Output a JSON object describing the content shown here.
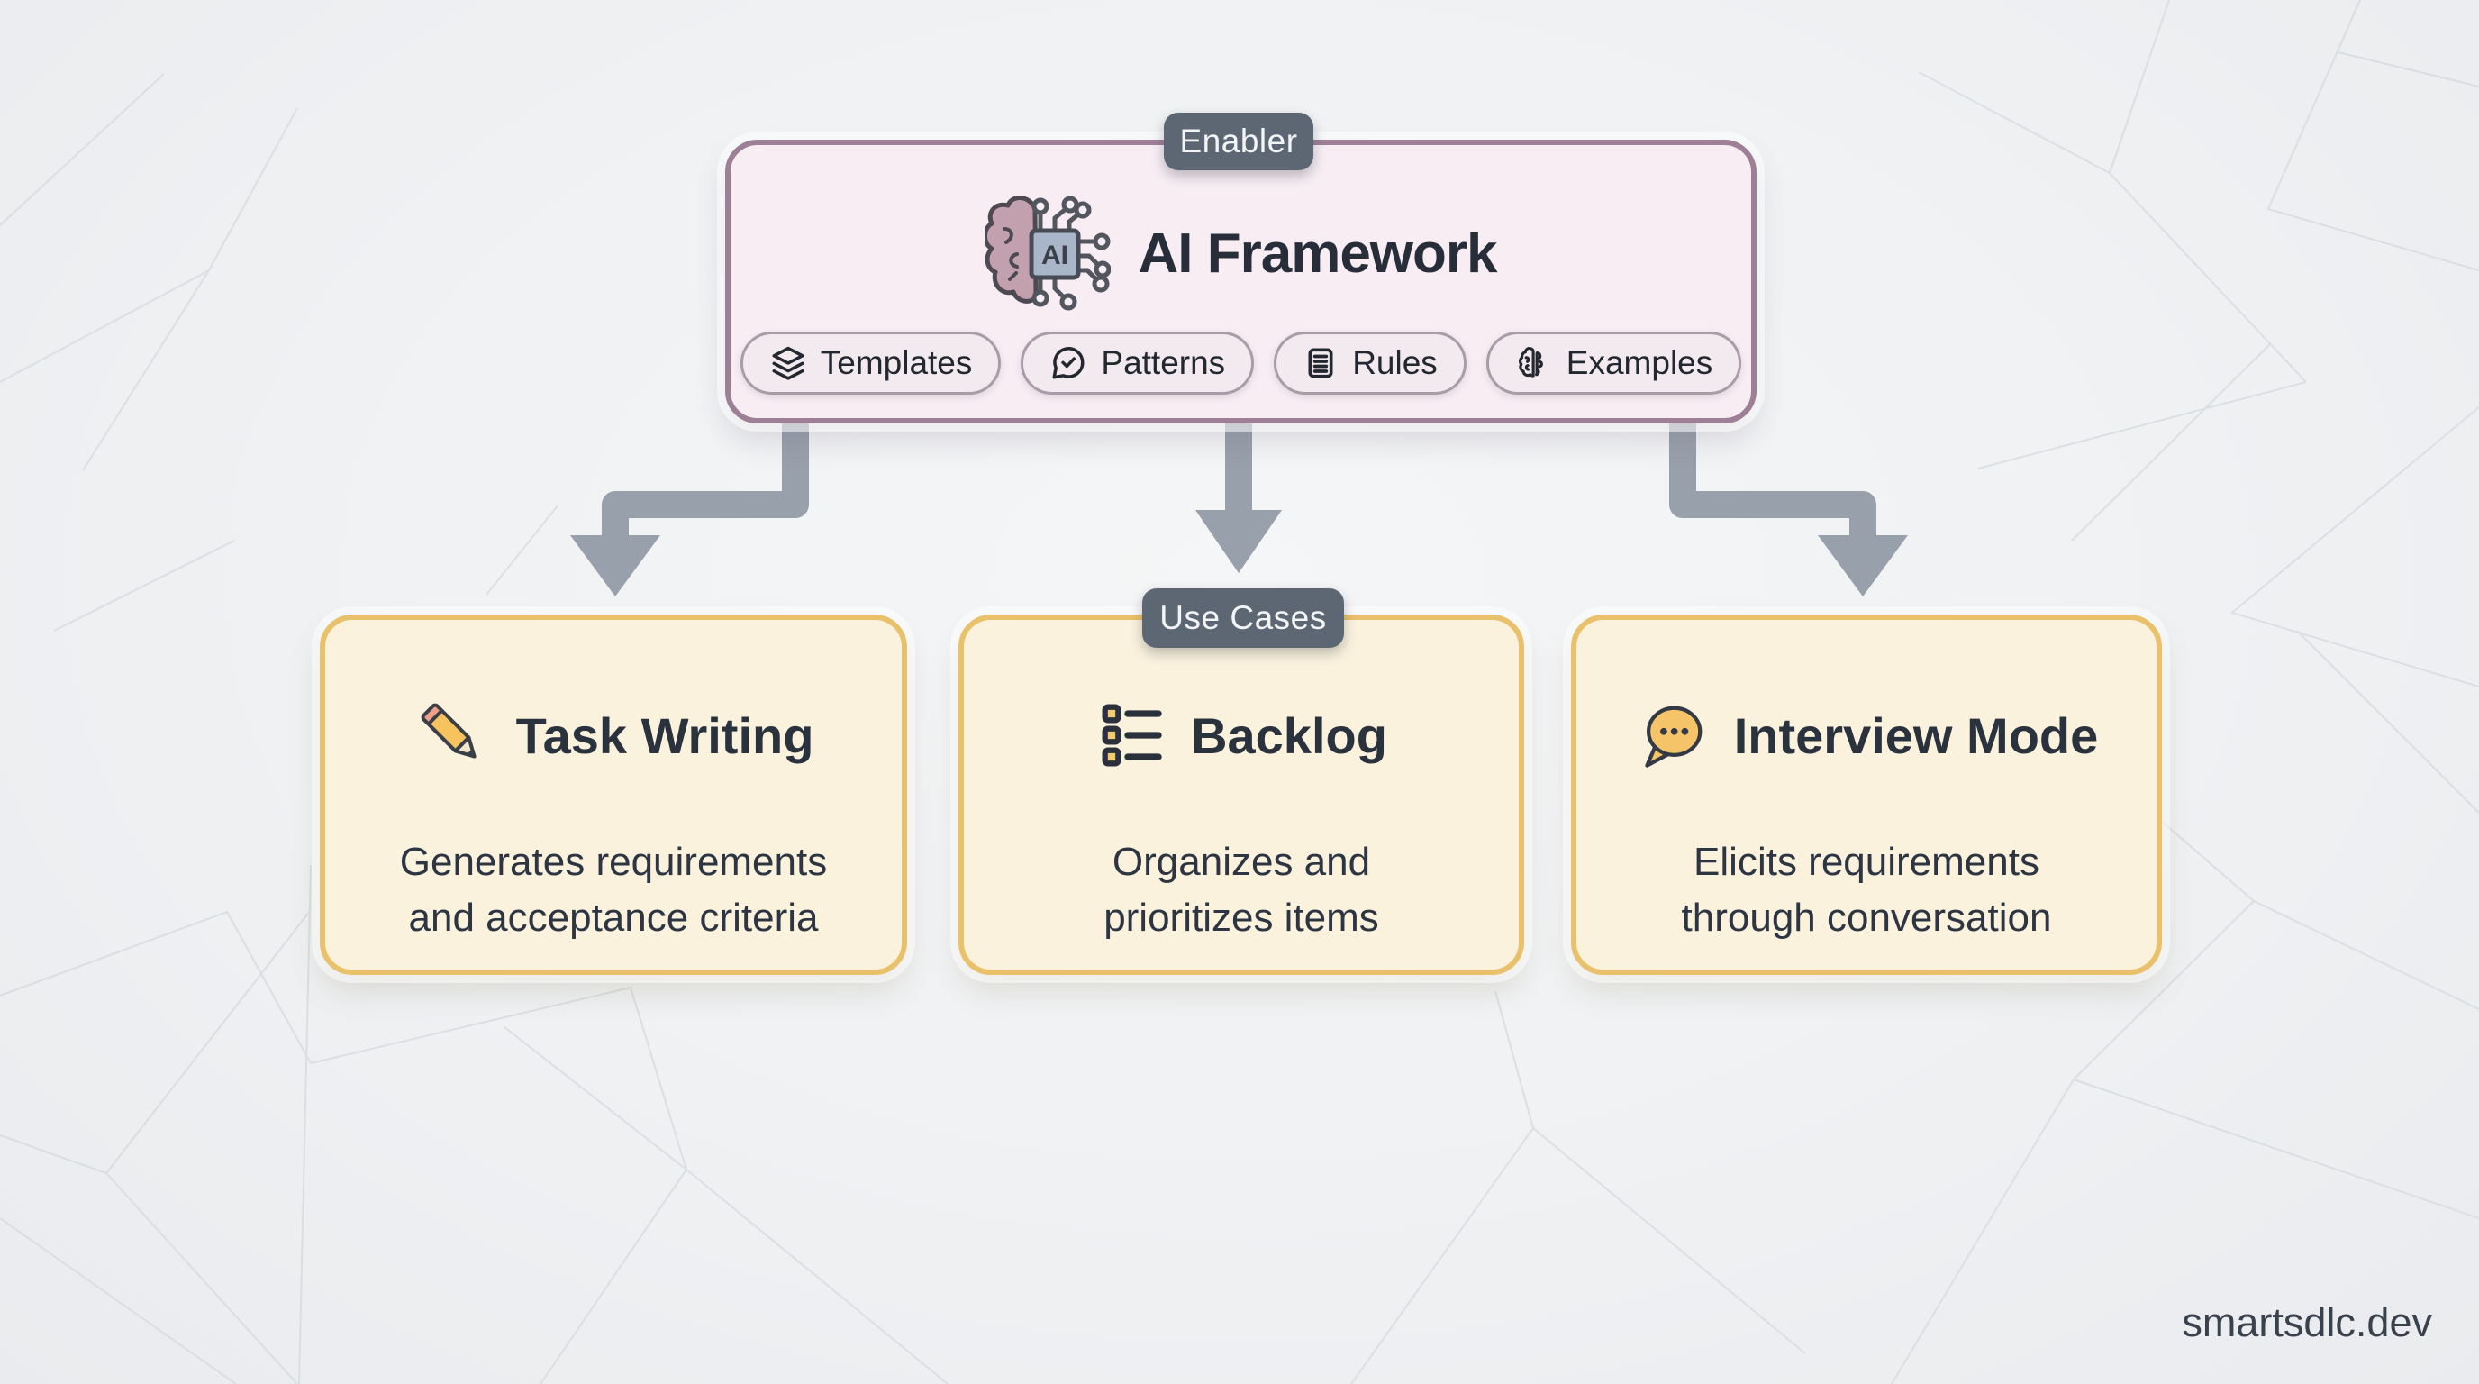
{
  "page": {
    "watermark": "smartsdlc.dev"
  },
  "colors": {
    "background": "#eff1f3",
    "enabler_fill": "#f7edf3",
    "enabler_border": "#9d8096",
    "badge_bg": "#5d6673",
    "chip_fill": "#f3eaf0",
    "chip_border": "#aa9ca7",
    "card_fill": "#fbf2de",
    "card_border": "#e9c16b",
    "arrow": "#98a0ab",
    "title_text": "#272e39"
  },
  "enabler": {
    "badge": "Enabler",
    "title": "AI Framework",
    "icon": "ai-brain-chip-icon",
    "chips": [
      {
        "label": "Templates",
        "icon": "layers-icon"
      },
      {
        "label": "Patterns",
        "icon": "message-check-icon"
      },
      {
        "label": "Rules",
        "icon": "document-lines-icon"
      },
      {
        "label": "Examples",
        "icon": "brain-icon"
      }
    ]
  },
  "use_cases": {
    "badge": "Use Cases",
    "cards": [
      {
        "icon": "pencil-icon",
        "title": "Task Writing",
        "description": "Generates requirements and acceptance criteria"
      },
      {
        "icon": "checklist-icon",
        "title": "Backlog",
        "description": "Organizes and prioritizes items"
      },
      {
        "icon": "speech-bubble-icon",
        "title": "Interview Mode",
        "description": "Elicits requirements through conversation"
      }
    ]
  }
}
